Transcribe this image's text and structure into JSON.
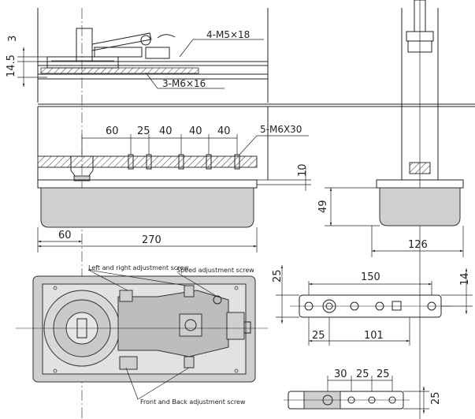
{
  "labels": {
    "screw_4_m5x18": "4-M5×18",
    "screw_3_m6x16": "3-M6×16",
    "screw_5_m6x30": "5-M6X30",
    "left_right_adjust": "Left and right adjustment screw",
    "speed_adjust": "Speed adjustment screw",
    "front_back_adjust": "Front and Back adjustment screw"
  },
  "dimensions": {
    "d3": "3",
    "d14_5": "14.5",
    "d60a": "60",
    "d25a": "25",
    "d40a": "40",
    "d40b": "40",
    "d40c": "40",
    "d10": "10",
    "d49": "49",
    "d60b": "60",
    "d270": "270",
    "d126": "126",
    "d25b": "25",
    "d150": "150",
    "d14": "14",
    "d25c": "25",
    "d101": "101",
    "d30": "30",
    "d25d": "25",
    "d25e": "25",
    "d25f": "25"
  }
}
